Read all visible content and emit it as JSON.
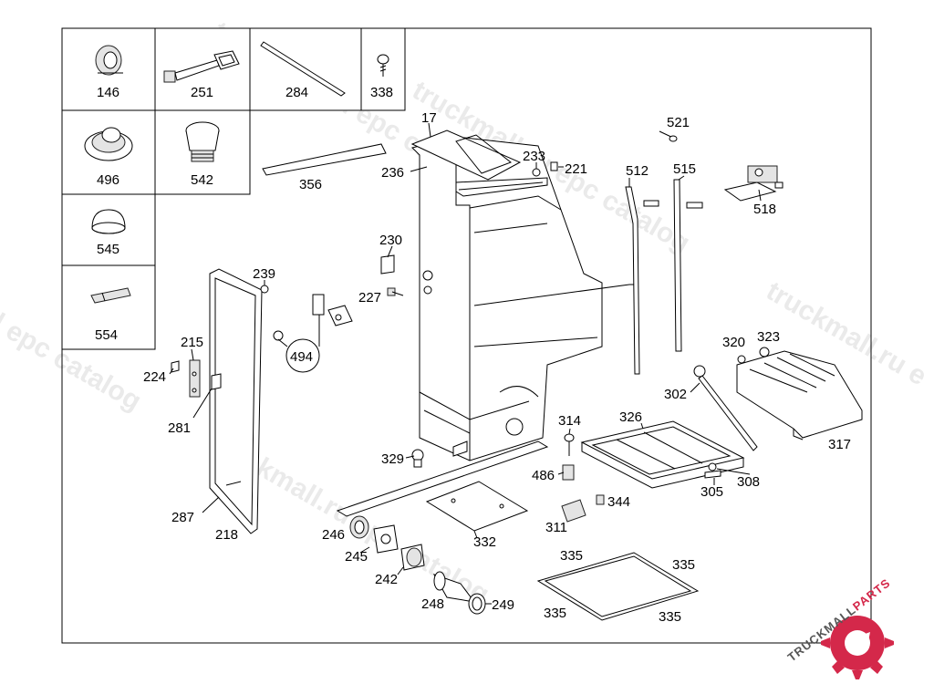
{
  "diagram": {
    "part_callouts": {
      "p146": "146",
      "p251": "251",
      "p284": "284",
      "p338": "338",
      "p496": "496",
      "p542": "542",
      "p545": "545",
      "p554": "554",
      "p17": "17",
      "p233": "233",
      "p221": "221",
      "p236": "236",
      "p356": "356",
      "p521": "521",
      "p512": "512",
      "p515": "515",
      "p518": "518",
      "p230": "230",
      "p227": "227",
      "p239": "239",
      "p494": "494",
      "p215": "215",
      "p224": "224",
      "p281": "281",
      "p320": "320",
      "p323": "323",
      "p302": "302",
      "p317": "317",
      "p314": "314",
      "p326": "326",
      "p486": "486",
      "p305": "305",
      "p308": "308",
      "p329": "329",
      "p287": "287",
      "p218": "218",
      "p344": "344",
      "p311": "311",
      "p246": "246",
      "p245": "245",
      "p332": "332",
      "p242": "242",
      "p248": "248",
      "p249": "249",
      "p335a": "335",
      "p335b": "335",
      "p335c": "335",
      "p335d": "335"
    },
    "watermark": {
      "catalog_text_1": "truckmall.ru epc catalog",
      "catalog_text_2": "truckmall.ru epc catalog",
      "catalog_text_3": "truckmall.ru epc catalog",
      "catalog_text_4": "l epc catalog",
      "catalog_text_5": "truckmall.ru e",
      "logo_text_a": "TRUCKMALL",
      "logo_text_b": "PARTS"
    },
    "colors": {
      "logo_red": "#d4284a",
      "logo_gray": "#555555",
      "watermark": "#d9d9d9"
    }
  }
}
